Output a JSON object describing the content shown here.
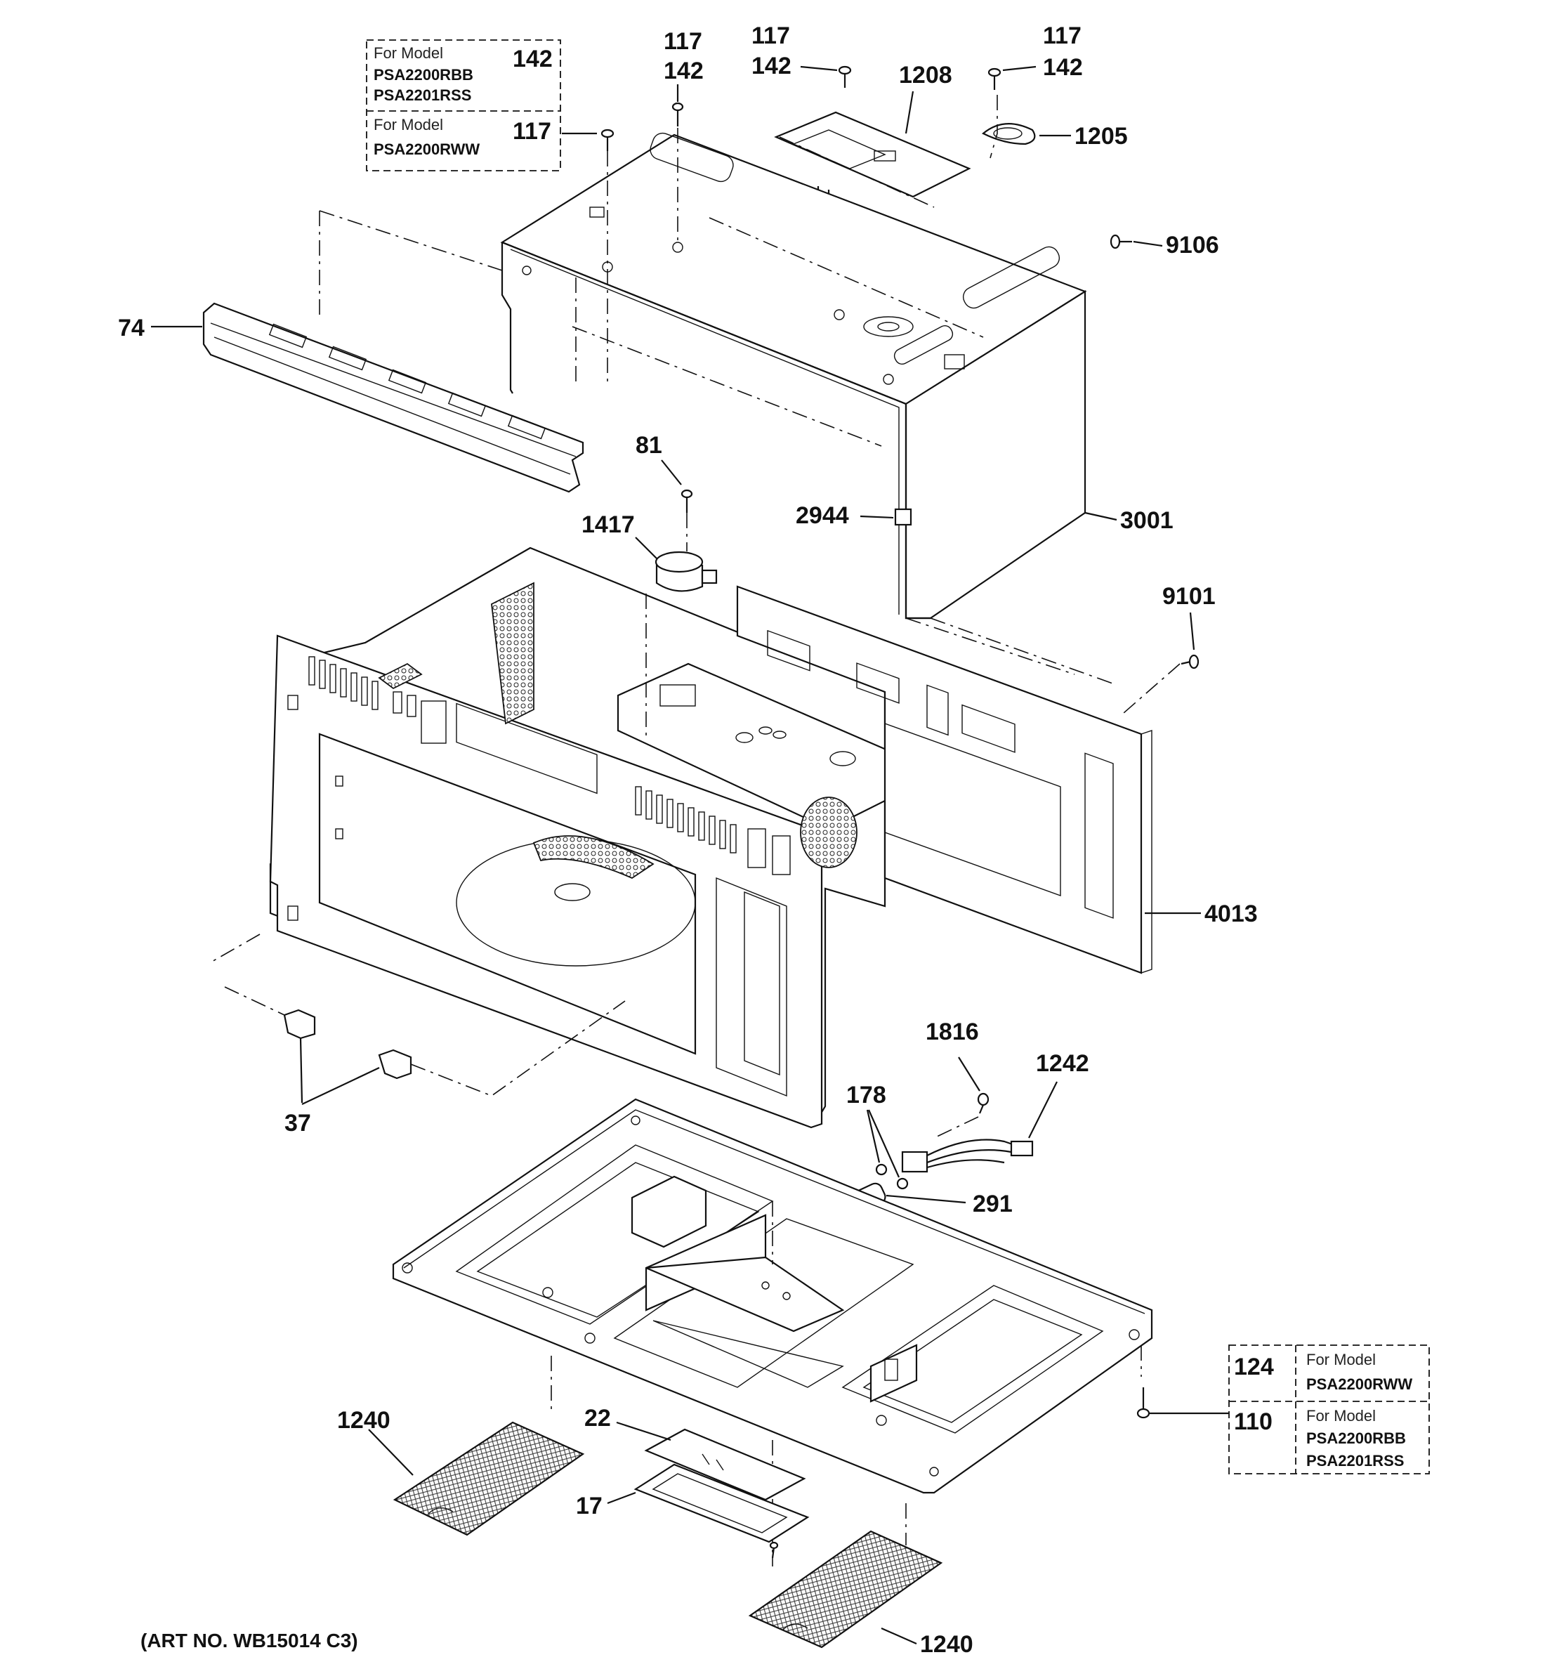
{
  "callouts": {
    "p117_a": "117",
    "p142_a": "142",
    "p117_b": "117",
    "p142_b": "142",
    "p117_c": "117",
    "p142_c": "142",
    "p1208": "1208",
    "p1205": "1205",
    "p9106": "9106",
    "p74": "74",
    "p81": "81",
    "p1417": "1417",
    "p2944": "2944",
    "p3001": "3001",
    "p9101": "9101",
    "p4013": "4013",
    "p1816": "1816",
    "p1242": "1242",
    "p178": "178",
    "p37": "37",
    "p291": "291",
    "p1240_a": "1240",
    "p22": "22",
    "p17": "17",
    "p1240_b": "1240"
  },
  "model_box_top": {
    "row1": {
      "label": "For Model",
      "part": "142",
      "models": [
        "PSA2200RBB",
        "PSA2201RSS"
      ]
    },
    "row2": {
      "label": "For Model",
      "part": "117",
      "models": [
        "PSA2200RWW"
      ]
    }
  },
  "model_box_bottom": {
    "row1": {
      "part": "124",
      "label": "For Model",
      "models": [
        "PSA2200RWW"
      ]
    },
    "row2": {
      "part": "110",
      "label": "For Model",
      "models": [
        "PSA2200RBB",
        "PSA2201RSS"
      ]
    }
  },
  "art_number": "(ART NO. WB15014 C3)"
}
